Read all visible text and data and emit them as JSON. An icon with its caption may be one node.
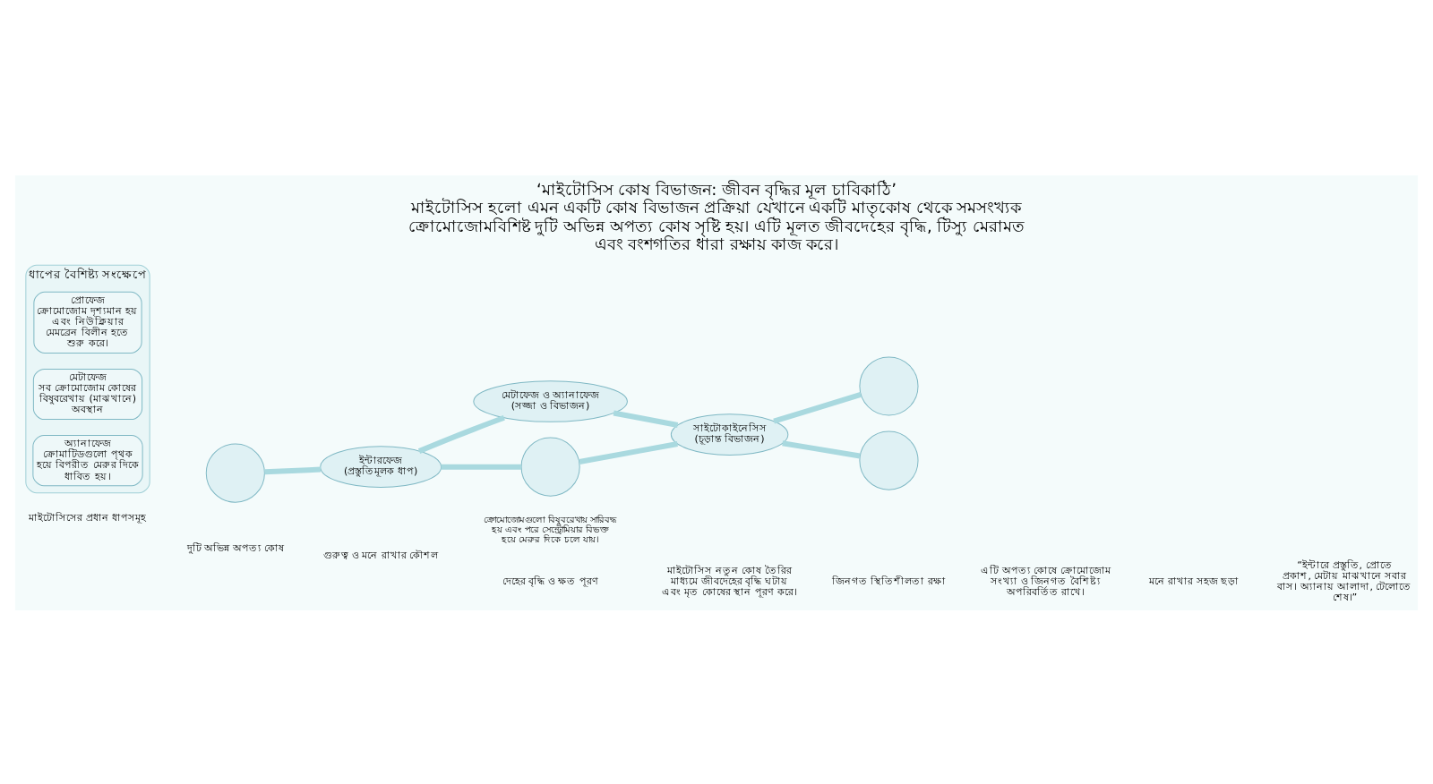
{
  "diagram": {
    "title": "‘মাইটোসিস কোষ বিভাজন: জীবন বৃদ্ধির মূল চাবিকাঠি’",
    "caption": "মাইটোসিস হলো এমন একটি কোষ বিভাজন প্রক্রিয়া যেখানে একটি মাতৃকোষ থেকে সমসংখ্যক ক্রোমোজোমবিশিষ্ট দুটি অভিন্ন অপত্য কোষ সৃষ্টি হয়। এটি মূলত জীবদেহের বৃদ্ধি, টিস্যু মেরামত এবং বংশগতির ধারা রক্ষায় কাজ করে।",
    "nodes": [
      {
        "text": [],
        "shape": "circle"
      },
      {
        "text": [
          "ইন্টারফেজ",
          "(প্রস্তুতিমূলক ধাপ)"
        ]
      },
      {
        "text": [
          "মেটাফেজ ও অ্যানাফেজ",
          "(সজ্জা ও বিভাজন)"
        ]
      },
      {
        "text": [],
        "shape": "circle",
        "beside": [
          "ক্রোমোজোমগুলো বিষুবরেখায় সারিবদ্ধ হয় এবং পরে সেন্ট্রোমিয়ার বিভক্ত হয়ে মেরুর দিকে চলে যায়।"
        ]
      },
      {
        "text": [
          "সাইটোকাইনেসিস",
          "(চূড়ান্ত বিভাজন)"
        ]
      },
      {
        "text": [],
        "shape": "circle"
      },
      {
        "text": [],
        "shape": "circle"
      },
      {
        "text": [
          "ধাপের বৈশিষ্ট্য সংক্ষেপে"
        ]
      },
      {
        "text": [
          "প্রোফেজ",
          "ক্রোমোজোম দৃশ্যমান হয় এবং নিউক্লিয়ার মেমব্রেন বিলীন হতে শুরু করে।"
        ],
        "in": 7
      },
      {
        "text": [
          "মেটাফেজ",
          "সব ক্রোমোজোম কোষের বিষুবরেখায় (মাঝখানে) অবস্থান"
        ],
        "in": 7
      },
      {
        "text": [
          "অ্যানাফেজ",
          "ক্রোমাটিডগুলো পৃথক হয়ে বিপরীত মেরুর দিকে ধাবিত হয়।"
        ],
        "in": 7
      }
    ],
    "edges": [
      {
        "from": 0,
        "to": 1,
        "arrow": "none"
      },
      {
        "from": 1,
        "to": 2,
        "arrow": "none"
      },
      {
        "from": 1,
        "to": 3,
        "arrow": "none"
      },
      {
        "from": 2,
        "to": 4,
        "arrow": "none"
      },
      {
        "from": 3,
        "to": 4,
        "arrow": "none"
      },
      {
        "from": 4,
        "to": 5,
        "arrow": "none"
      },
      {
        "from": 4,
        "to": 6,
        "arrow": "none"
      }
    ],
    "labels": [
      "মাইটোসিসের প্রধান ধাপসমূহ",
      "দুটি অভিন্ন অপত্য কোষ",
      "গুরুত্ব ও মনে রাখার কৌশল",
      "দেহের বৃদ্ধি ও ক্ষত পূরণ",
      "মাইটোসিস নতুন কোষ তৈরির মাধ্যমে জীবদেহের বৃদ্ধি ঘটায় এবং মৃত কোষের স্থান পূরণ করে।",
      "জিনগত স্থিতিশীলতা রক্ষা",
      "এটি অপত্য কোষে ক্রোমোজোম সংখ্যা ও জিনগত বৈশিষ্ট্য অপরিবর্তিত রাখে।",
      "মনে রাখার সহজ ছড়া",
      "“ইন্টারে প্রস্তুতি, প্রোতে প্রকাশ, মেটায় মাঝখানে সবার বাস। অ্যানায় আলাদা, টেলোতে শেষ।”"
    ]
  }
}
